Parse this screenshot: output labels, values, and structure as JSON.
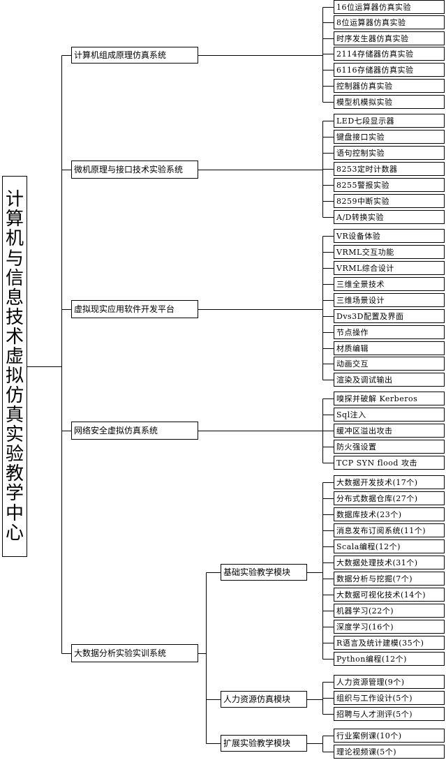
{
  "root": "计算机与信息技术虚拟仿真实验教学中心",
  "systems": [
    {
      "name": "计算机组成原理仿真系统",
      "items": [
        "16位运算器仿真实验",
        "8位运算器仿真实验",
        "时序发生器仿真实验",
        "2114存储器仿真实验",
        "6116存储器仿真实验",
        "控制器仿真实验",
        "模型机模拟实验"
      ]
    },
    {
      "name": "微机原理与接口技术实验系统",
      "items": [
        "LED七段显示器",
        "键盘接口实验",
        "语句控制实验",
        "8253定时计数器",
        "8255警报实验",
        "8259中断实验",
        "A/D转换实验"
      ]
    },
    {
      "name": "虚拟现实应用软件开发平台",
      "items": [
        "VR设备体验",
        "VRML交互功能",
        "VRML综合设计",
        "三维全景技术",
        "三维场景设计",
        "Dvs3D配置及界面",
        "节点操作",
        "材质编辑",
        "动画交互",
        "渲染及调试输出"
      ]
    },
    {
      "name": "网络安全虚拟仿真系统",
      "items": [
        "嗅探并破解 Kerberos",
        "Sql注入",
        "缓冲区溢出攻击",
        "防火强设置",
        "TCP SYN flood 攻击"
      ]
    },
    {
      "name": "大数据分析实验实训系统",
      "modules": [
        {
          "name": "基础实验教学模块",
          "items": [
            "大数据开发技术(17个)",
            "分布式数据仓库(27个)",
            "数据库技术(23个)",
            "消息发布订阅系统(11个)",
            "Scala编程(12个)",
            "大数据处理技术(31个)",
            "数据分析与挖掘(7个)",
            "大数据可视化技术(14个)",
            "机器学习(22个)",
            "深度学习(16个)",
            "R语言及统计建模(35个)",
            "Python编程(12个)"
          ]
        },
        {
          "name": "人力资源仿真模块",
          "items": [
            "人力资源管理(9个)",
            "组织与工作设计(5个)",
            "招聘与人才测评(5个)"
          ]
        },
        {
          "name": "扩展实验教学模块",
          "items": [
            "行业案例课(10个)",
            "理论视频课(5个)"
          ]
        }
      ]
    }
  ]
}
